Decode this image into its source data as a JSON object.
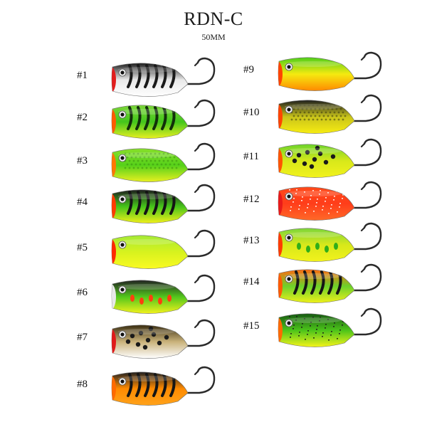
{
  "header": {
    "title": "RDN-C",
    "subtitle": "50MM"
  },
  "lures": [
    {
      "label": "#1",
      "top": "#1e1e1e",
      "mid": "#e9e9e9",
      "bottom": "#ffffff",
      "face": "#e11d1d",
      "pattern": "bars",
      "pcolor": "#1a1a1a"
    },
    {
      "label": "#2",
      "top": "#7dd63a",
      "mid": "#43c61c",
      "bottom": "#e8f020",
      "face": "#ff5a00",
      "pattern": "bars",
      "pcolor": "#12300a"
    },
    {
      "label": "#3",
      "top": "#88e02a",
      "mid": "#55d11a",
      "bottom": "#e8f020",
      "face": "#ff7700",
      "pattern": "scales",
      "pcolor": "#3d8f10"
    },
    {
      "label": "#4",
      "top": "#1e1e1e",
      "mid": "#45c41a",
      "bottom": "#f0f01a",
      "face": "#ff3b00",
      "pattern": "bars",
      "pcolor": "#141414"
    },
    {
      "label": "#5",
      "top": "#a5ea35",
      "mid": "#d7f21e",
      "bottom": "#fafa22",
      "face": "#ff2a00",
      "pattern": "none",
      "pcolor": "#000000"
    },
    {
      "label": "#6",
      "top": "#232323",
      "mid": "#52c71c",
      "bottom": "#f2f21c",
      "face": "#e8e8e8",
      "pattern": "dots",
      "pcolor": "#ff3f0f"
    },
    {
      "label": "#7",
      "top": "#3a2d10",
      "mid": "#c9b27a",
      "bottom": "#ffffff",
      "face": "#e01a1a",
      "pattern": "spots",
      "pcolor": "#1a1a1a"
    },
    {
      "label": "#8",
      "top": "#222222",
      "mid": "#ff8a00",
      "bottom": "#ffa21a",
      "face": "#ff6a00",
      "pattern": "bars",
      "pcolor": "#151515"
    },
    {
      "label": "#9",
      "top": "#4fcf1a",
      "mid": "#f5ea10",
      "bottom": "#ff8a00",
      "face": "#ff4400",
      "pattern": "none",
      "pcolor": "#000000"
    },
    {
      "label": "#10",
      "top": "#1e1e1e",
      "mid": "#c9c41a",
      "bottom": "#f7ec12",
      "face": "#ff4400",
      "pattern": "scales",
      "pcolor": "#3a3a10"
    },
    {
      "label": "#11",
      "top": "#6dd42a",
      "mid": "#d8e81a",
      "bottom": "#f2f21c",
      "face": "#ff5500",
      "pattern": "spots",
      "pcolor": "#1a1a1a"
    },
    {
      "label": "#12",
      "top": "#ff4a1a",
      "mid": "#ff3d1a",
      "bottom": "#ff6a28",
      "face": "#e81a1a",
      "pattern": "flecks",
      "pcolor": "#ffffff"
    },
    {
      "label": "#13",
      "top": "#7dd63a",
      "mid": "#d8e81a",
      "bottom": "#f2f21c",
      "face": "#ff3b00",
      "pattern": "dots",
      "pcolor": "#2fae1a"
    },
    {
      "label": "#14",
      "top": "#ff6a10",
      "mid": "#6cd12a",
      "bottom": "#eef01a",
      "face": "#ff5a00",
      "pattern": "bars",
      "pcolor": "#151515"
    },
    {
      "label": "#15",
      "top": "#175a12",
      "mid": "#4cc41a",
      "bottom": "#f5f51a",
      "face": "#ff6a00",
      "pattern": "flecks",
      "pcolor": "#1a1a1a"
    }
  ]
}
